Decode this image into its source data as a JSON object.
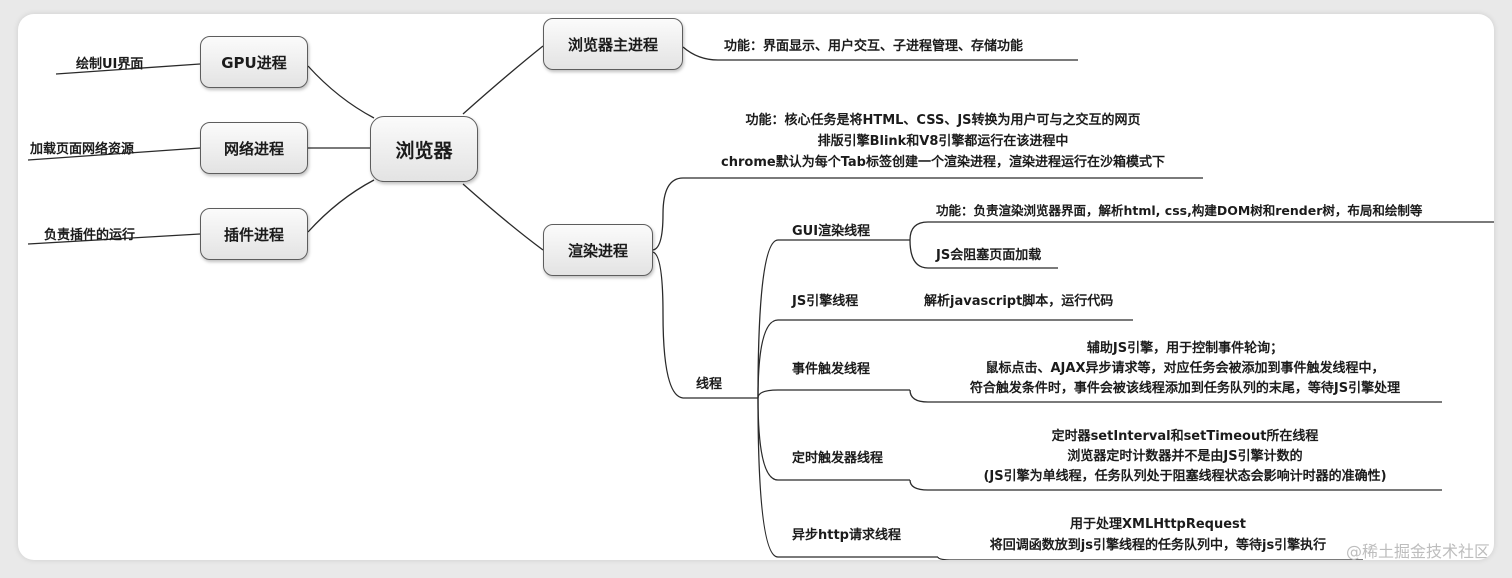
{
  "center": "浏览器",
  "left": [
    {
      "name": "GPU进程",
      "desc": "绘制UI界面"
    },
    {
      "name": "网络进程",
      "desc": "加载页面网络资源"
    },
    {
      "name": "插件进程",
      "desc": "负责插件的运行"
    }
  ],
  "main_process": {
    "name": "浏览器主进程",
    "desc": "功能：界面显示、用户交互、子进程管理、存储功能"
  },
  "render_process": {
    "name": "渲染进程",
    "desc_lines": [
      "功能：核心任务是将HTML、CSS、JS转换为用户可与之交互的网页",
      "排版引擎Blink和V8引擎都运行在该进程中",
      "chrome默认为每个Tab标签创建一个渲染进程，渲染进程运行在沙箱模式下"
    ],
    "threads_label": "线程",
    "threads": [
      {
        "name": "GUI渲染线程",
        "details": [
          "功能：负责渲染浏览器界面，解析html, css,构建DOM树和render树，布局和绘制等",
          "JS会阻塞页面加载"
        ]
      },
      {
        "name": "JS引擎线程",
        "details": [
          "解析javascript脚本，运行代码"
        ]
      },
      {
        "name": "事件触发线程",
        "details": [
          "辅助JS引擎，用于控制事件轮询；",
          "鼠标点击、AJAX异步请求等，对应任务会被添加到事件触发线程中，",
          "符合触发条件时，事件会被该线程添加到任务队列的末尾，等待JS引擎处理"
        ]
      },
      {
        "name": "定时触发器线程",
        "details": [
          "定时器setInterval和setTimeout所在线程",
          "浏览器定时计数器并不是由JS引擎计数的",
          "(JS引擎为单线程，任务队列处于阻塞线程状态会影响计时器的准确性)"
        ]
      },
      {
        "name": "异步http请求线程",
        "details": [
          "用于处理XMLHttpRequest",
          "将回调函数放到js引擎线程的任务队列中，等待js引擎执行"
        ]
      }
    ]
  },
  "watermark": "@稀土掘金技术社区"
}
